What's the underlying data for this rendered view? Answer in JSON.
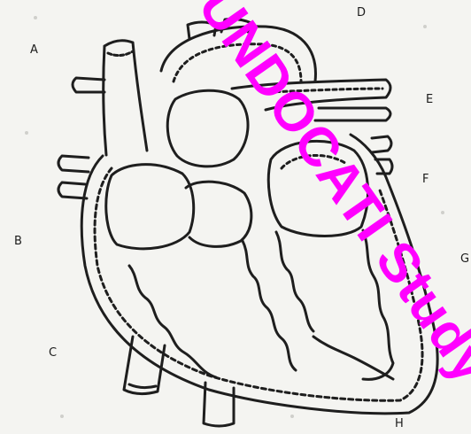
{
  "labels": {
    "A": "A",
    "B": "B",
    "C": "C",
    "D": "D",
    "E": "E",
    "F": "F",
    "G": "G",
    "H": "H"
  },
  "watermark": {
    "text": "UNDOCATI Study",
    "color": "#ff00ff"
  },
  "colors": {
    "ink": "#1e1e1e",
    "paper": "#f4f4f1"
  }
}
